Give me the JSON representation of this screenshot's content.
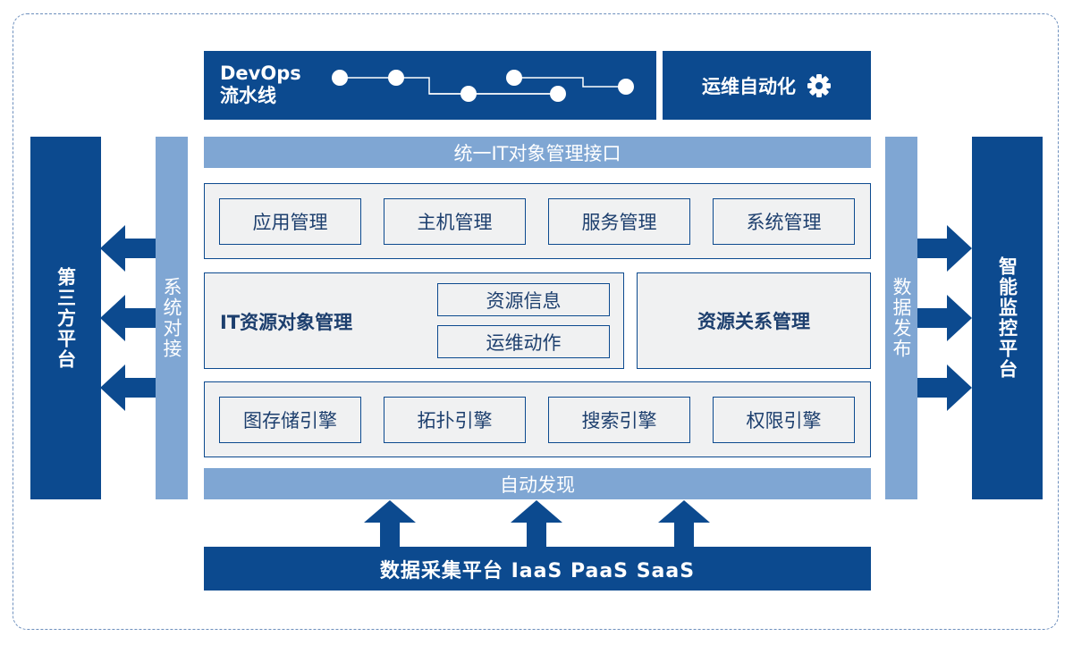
{
  "devops": {
    "title_line1": "DevOps",
    "title_line2": "流水线"
  },
  "automation": {
    "label": "运维自动化",
    "icon": "gear-icon"
  },
  "unified_interface": "统一IT对象管理接口",
  "management_row": [
    "应用管理",
    "主机管理",
    "服务管理",
    "系统管理"
  ],
  "it_resource": {
    "title": "IT资源对象管理",
    "items": [
      "资源信息",
      "运维动作"
    ]
  },
  "resource_relation": "资源关系管理",
  "engine_row": [
    "图存储引擎",
    "拓扑引擎",
    "搜索引擎",
    "权限引擎"
  ],
  "auto_discovery": "自动发现",
  "collection_platform": "数据采集平台 IaaS PaaS SaaS",
  "left_outer": "第三方平台",
  "left_inner": "系统对接",
  "right_inner": "数据发布",
  "right_outer": "智能监控平台",
  "colors": {
    "dark_blue": "#0c4a8f",
    "light_blue": "#7fa6d3",
    "panel_grey": "#f0f1f2"
  }
}
